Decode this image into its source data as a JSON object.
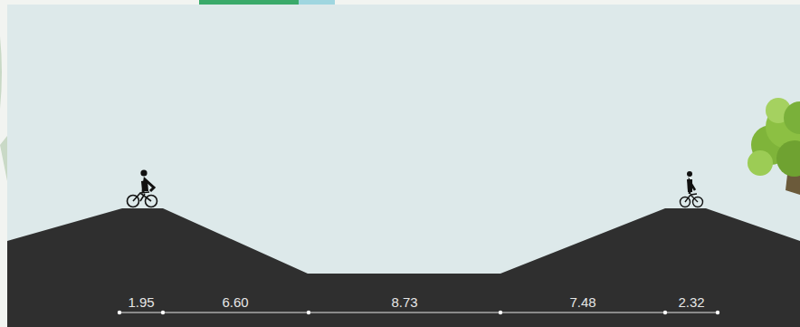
{
  "diagram": {
    "labels": [
      "1.95",
      "6.60",
      "8.73",
      "7.48",
      "2.32"
    ]
  }
}
